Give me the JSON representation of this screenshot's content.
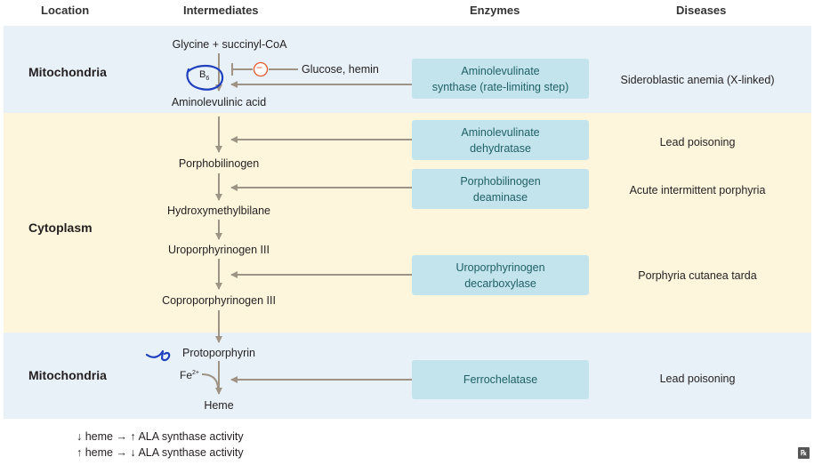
{
  "headers": {
    "location": "Location",
    "intermediates": "Intermediates",
    "enzymes": "Enzymes",
    "diseases": "Diseases"
  },
  "locations": [
    "Mitochondria",
    "Cytoplasm",
    "Mitochondria"
  ],
  "intermediates": {
    "glycine": "Glycine + succinyl-CoA",
    "ala": "Aminolevulinic acid",
    "pbg": "Porphobilinogen",
    "hmb": "Hydroxymethylbilane",
    "uro": "Uroporphyrinogen III",
    "copro": "Coproporphyrinogen III",
    "proto": "Protoporphyrin",
    "heme": "Heme"
  },
  "cofactor": {
    "base": "B",
    "sub": "6"
  },
  "inhibitor": {
    "label": "Glucose, hemin",
    "symbol": "−"
  },
  "iron": {
    "base": "Fe",
    "sup": "2+"
  },
  "enzymes": [
    "Aminolevulinate\nsynthase (rate-limiting step)",
    "Aminolevulinate\ndehydratase",
    "Porphobilinogen\ndeaminase",
    "Uroporphyrinogen\ndecarboxylase",
    "Ferrochelatase"
  ],
  "diseases": [
    "Sideroblastic anemia (X-linked)",
    "Lead poisoning",
    "Acute intermittent porphyria",
    "Porphyria cutanea tarda",
    "Lead poisoning"
  ],
  "notes": {
    "line1": "↓ heme → ↑ ALA synthase activity",
    "line2": "↑ heme → ↓ ALA synthase activity"
  },
  "logo": "℞",
  "colors": {
    "band_blue": "#e8f1f8",
    "band_yellow": "#fdf6dc",
    "enzyme_box": "#c3e4ec",
    "enzyme_text": "#1f5f66",
    "arrow": "#9e9384",
    "inhibit_circle": "#e4572e",
    "ink_annotation": "#1f3fbf"
  }
}
